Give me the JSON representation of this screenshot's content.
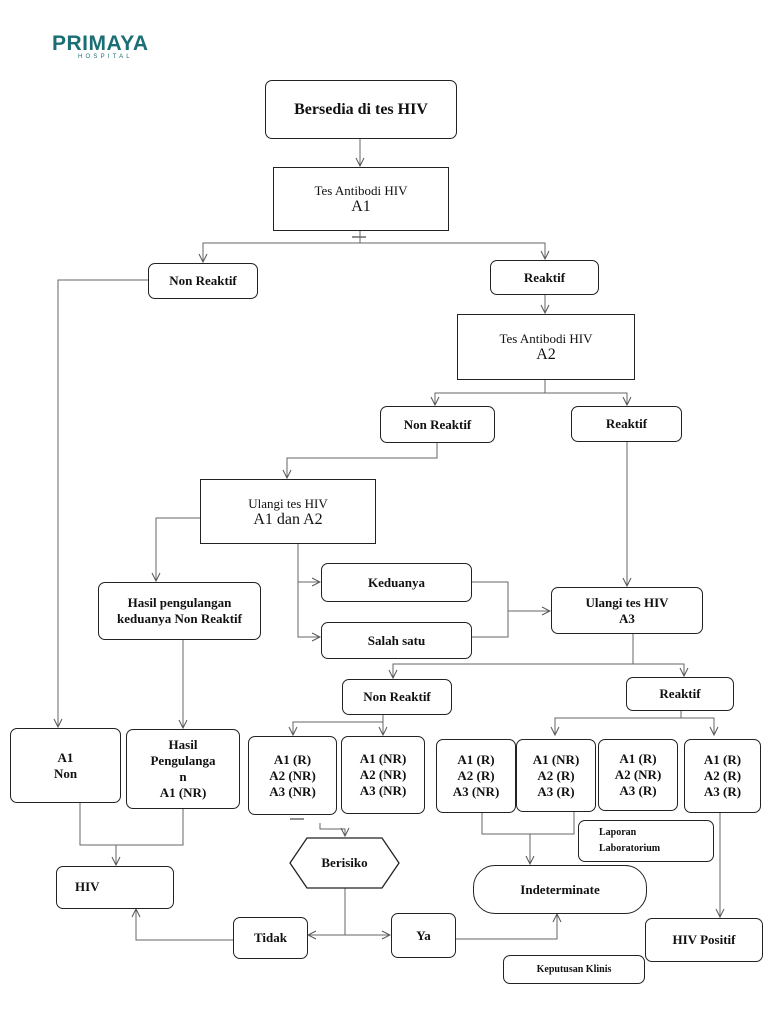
{
  "logo": {
    "name": "PRIMAYA",
    "sub": "HOSPITAL"
  },
  "nodes": {
    "bersedia": "Bersedia di tes HIV",
    "tes_a1": {
      "line1": "Tes Antibodi HIV",
      "line2": "A1"
    },
    "non_reaktif_1": "Non Reaktif",
    "reaktif_1": "Reaktif",
    "tes_a2": {
      "line1": "Tes Antibodi HIV",
      "line2": "A2"
    },
    "non_reaktif_2": "Non Reaktif",
    "reaktif_2": "Reaktif",
    "ulangi_a1a2": {
      "line1": "Ulangi tes HIV",
      "line2": "A1 dan A2"
    },
    "hasil_pengulangan": {
      "line1": "Hasil pengulangan",
      "line2": "keduanya Non Reaktif"
    },
    "keduanya": "Keduanya",
    "salah_satu": "Salah satu",
    "ulangi_a3": {
      "line1": "Ulangi tes HIV",
      "line2": "A3"
    },
    "non_reaktif_3": "Non Reaktif",
    "reaktif_3": "Reaktif",
    "a1_non": {
      "line1": "A1",
      "line2": "Non"
    },
    "hasil_pengulangan_a1": {
      "line1": "Hasil",
      "line2": "Pengulanga",
      "line3": "n",
      "line4": "A1 (NR)"
    },
    "nr_combo_1": {
      "line1": "A1 (R)",
      "line2": "A2 (NR)",
      "line3": "A3 (NR)"
    },
    "nr_combo_2": {
      "line1": "A1 (NR)",
      "line2": "A2 (NR)",
      "line3": "A3 (NR)"
    },
    "r_combo_1": {
      "line1": "A1 (R)",
      "line2": "A2 (R)",
      "line3": "A3 (NR)"
    },
    "r_combo_2": {
      "line1": "A1 (NR)",
      "line2": "A2 (R)",
      "line3": "A3 (R)"
    },
    "r_combo_3": {
      "line1": "A1 (R)",
      "line2": "A2 (NR)",
      "line3": "A3 (R)"
    },
    "r_combo_4": {
      "line1": "A1 (R)",
      "line2": "A2 (R)",
      "line3": "A3 (R)"
    },
    "berisiko": "Berisiko",
    "laporan": {
      "line1": "Laporan",
      "line2": "Laboratorium"
    },
    "hiv_negatif": "HIV",
    "indeterminate": "Indeterminate",
    "tidak": "Tidak",
    "ya": "Ya",
    "hiv_positif": "HIV Positif",
    "keputusan_klinis": "Keputusan Klinis"
  }
}
